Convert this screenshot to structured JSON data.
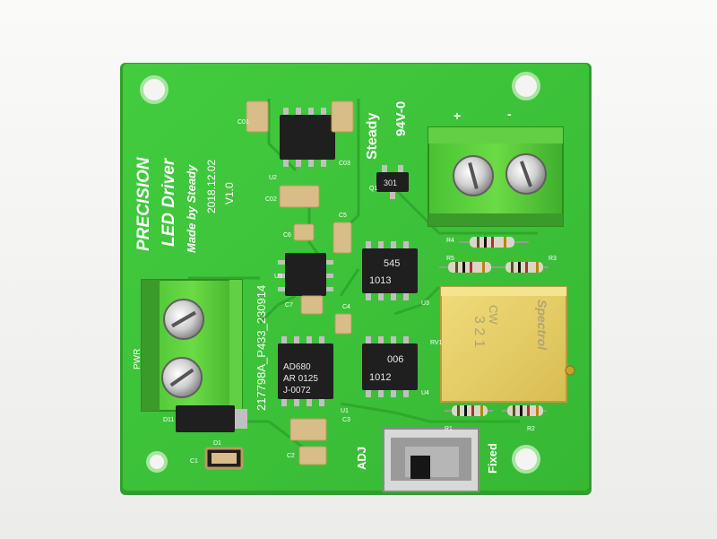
{
  "board": {
    "title_line1": "PRECISION",
    "title_line2": "LED Driver",
    "made_by": "Made by Steady",
    "date": "2018.12.02",
    "version": "V1.0",
    "brand": "Steady",
    "rating": "94V-0",
    "serial": "217798A_P433_230914",
    "adj_label": "ADJ",
    "fixed_label": "Fixed",
    "pwr_label": "PWR",
    "plus_sign": "+",
    "minus_sign": "-"
  },
  "chips": {
    "u3_line1": "545",
    "u3_line2": "1013",
    "u4_line1": "006",
    "u4_line2": "1012",
    "u1_line1": "AD680",
    "u1_line2": "AR 0125",
    "u1_line3": "J-0072",
    "q1_code": "301"
  },
  "trimmer": {
    "brand": "Spectrol",
    "cw": "CW",
    "pins": "3 2 1",
    "id": "RV1"
  },
  "refs": {
    "c1": "C1",
    "c2": "C2",
    "c3": "C3",
    "c4": "C4",
    "c5": "C5",
    "c6": "C6",
    "c7": "C7",
    "c01": "C01",
    "c02": "C02",
    "c03": "C03",
    "u1": "U1",
    "u2": "U2",
    "u3": "U3",
    "u4": "U4",
    "u5": "U5",
    "r1": "R1",
    "r2": "R2",
    "r3": "R3",
    "r4": "R4",
    "r5": "R5",
    "q1": "Q1",
    "d1": "D1",
    "d11": "D11"
  },
  "colors": {
    "background": "#f4f4f2",
    "pcb": "#3ec43a",
    "pcb_edge": "#2e9f2c",
    "terminal": "#5bd23f",
    "trimmer": "#e8d06a",
    "silkscreen": "#ffffff",
    "chip": "#1f1f1f"
  }
}
